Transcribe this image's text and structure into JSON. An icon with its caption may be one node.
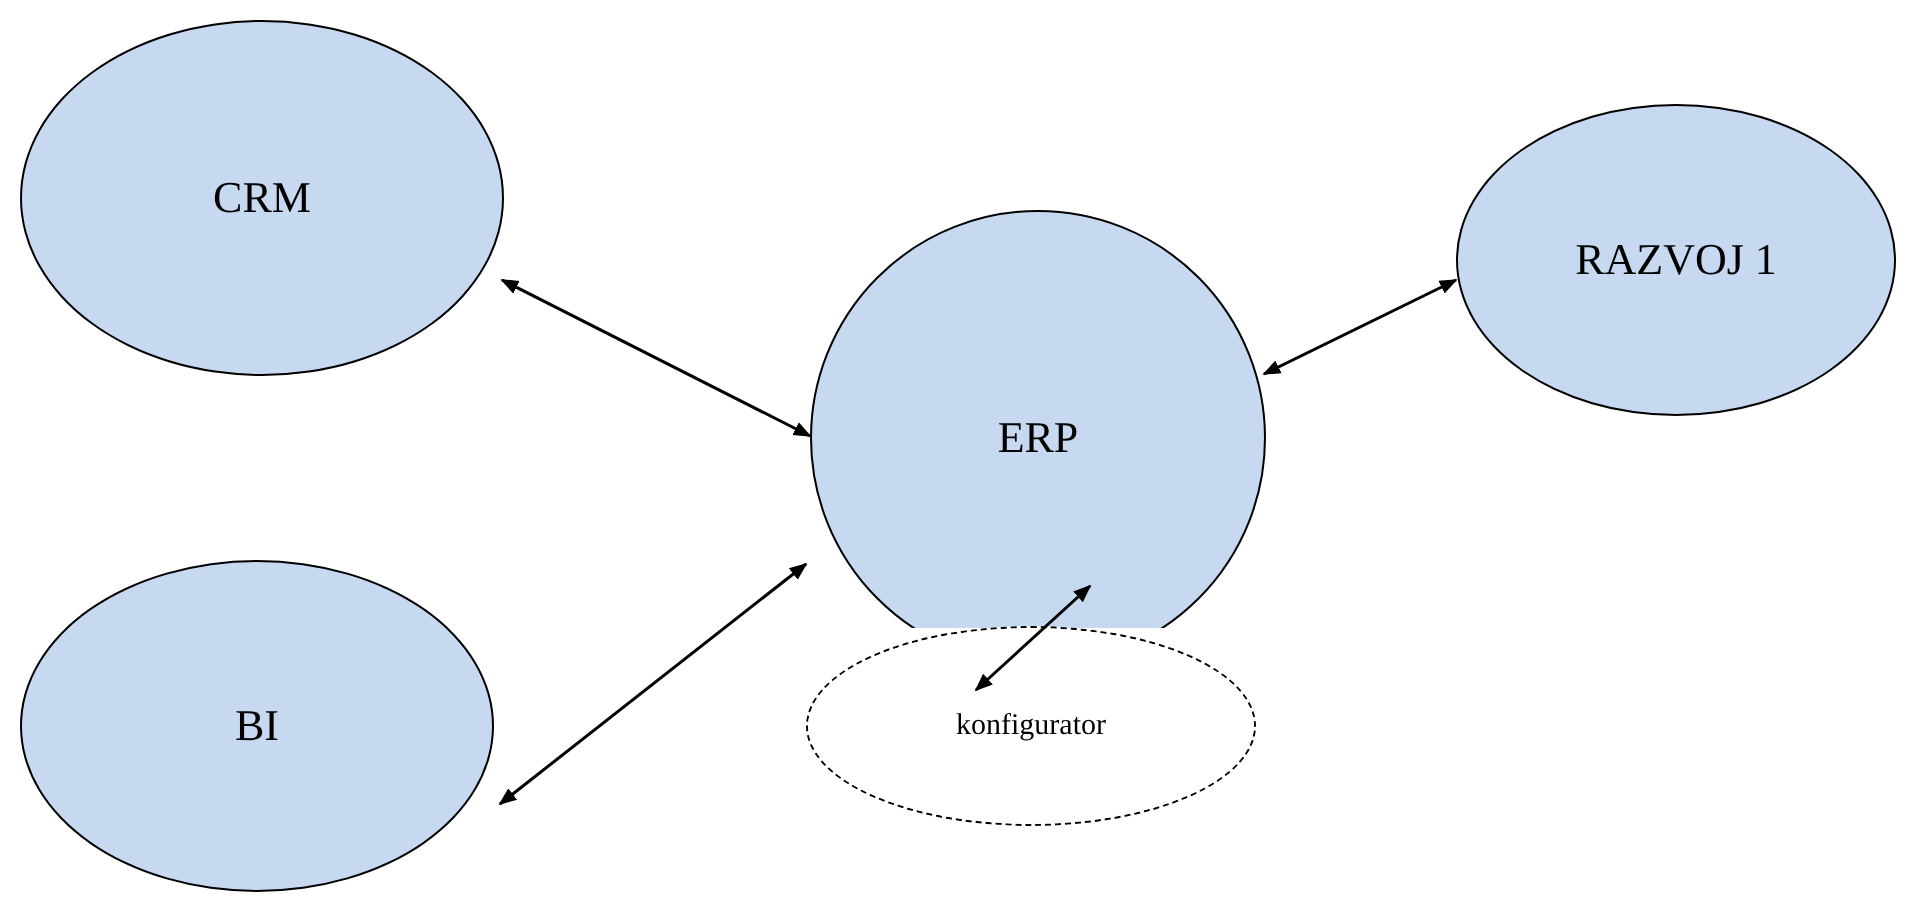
{
  "diagram": {
    "nodes": [
      {
        "text": [
          "CRM"
        ]
      },
      {
        "text": [
          "RAZVOJ 1"
        ]
      },
      {
        "text": [
          "ERP"
        ]
      },
      {
        "text": [
          "BI"
        ]
      },
      {
        "text": [
          "konfigurator"
        ]
      }
    ],
    "edges": [
      {
        "from": 0,
        "to": 2,
        "arrow": "both"
      },
      {
        "from": 2,
        "to": 1,
        "arrow": "both"
      },
      {
        "from": 3,
        "to": 2,
        "arrow": "both"
      },
      {
        "from": 4,
        "to": 2,
        "arrow": "both"
      }
    ]
  }
}
